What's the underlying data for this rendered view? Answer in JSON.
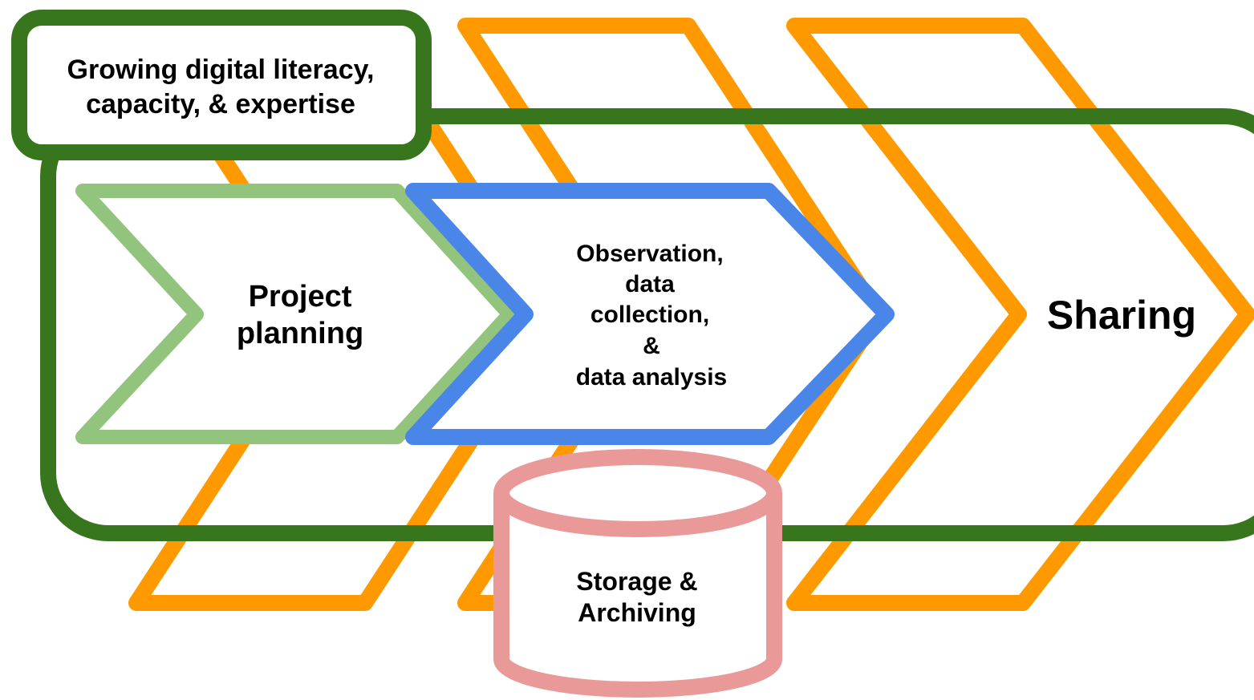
{
  "labels": {
    "literacy_line1": "Growing digital literacy,",
    "literacy_line2": "capacity, & expertise",
    "planning_line1": "Project",
    "planning_line2": "planning",
    "observation_line1": "Observation,",
    "observation_line2": "data",
    "observation_line3": "collection,",
    "observation_line4": "&",
    "observation_line5": "data analysis",
    "sharing": "Sharing",
    "storage_line1": "Storage &",
    "storage_line2": "Archiving"
  },
  "colors": {
    "background": "#ffffff",
    "orange": "#ff9900",
    "dark_green": "#38761d",
    "light_green": "#93c47d",
    "blue": "#4a86e8",
    "pink": "#ea9999",
    "text": "#000000"
  }
}
